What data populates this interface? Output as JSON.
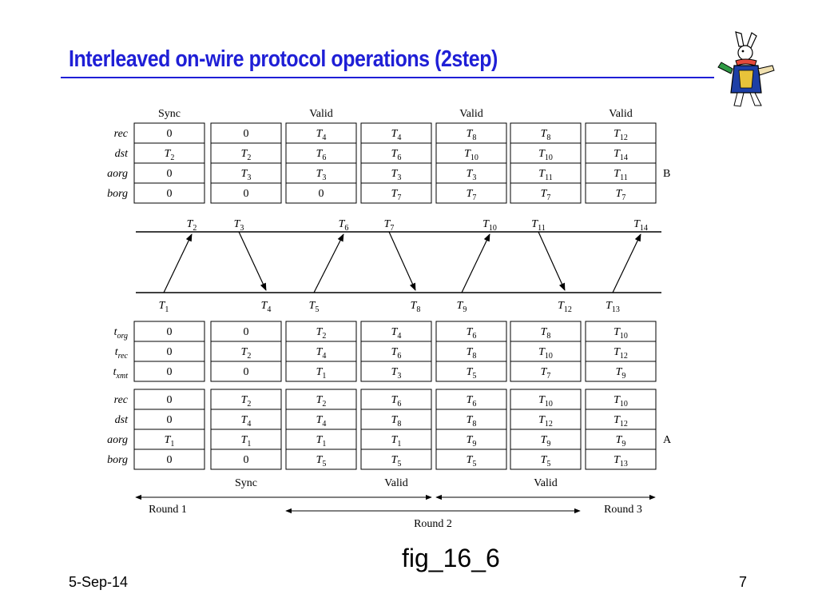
{
  "title": "Interleaved on-wire protocol operations (2step)",
  "fig_label": "fig_16_6",
  "date": "5-Sep-14",
  "page": "7",
  "colors": {
    "title": "#1f1fd6",
    "shade": "#d3d3d3"
  },
  "tables": [
    {
      "id": "B",
      "side_label": "B",
      "row_labels": [
        [
          "rec",
          ""
        ],
        [
          "dst",
          ""
        ],
        [
          "aorg",
          ""
        ],
        [
          "borg",
          ""
        ]
      ],
      "columns": [
        {
          "header": "Sync",
          "cells": [
            [
              "0",
              "",
              false
            ],
            [
              "T",
              "2",
              true
            ],
            [
              "0",
              "",
              false
            ],
            [
              "0",
              "",
              false
            ]
          ]
        },
        {
          "header": "",
          "cells": [
            [
              "0",
              "",
              false
            ],
            [
              "T",
              "2",
              false
            ],
            [
              "T",
              "3",
              true
            ],
            [
              "0",
              "",
              false
            ]
          ]
        },
        {
          "header": "Valid",
          "cells": [
            [
              "T",
              "4",
              false
            ],
            [
              "T",
              "6",
              true
            ],
            [
              "T",
              "3",
              false
            ],
            [
              "0",
              "",
              false
            ]
          ]
        },
        {
          "header": "",
          "cells": [
            [
              "T",
              "4",
              false
            ],
            [
              "T",
              "6",
              false
            ],
            [
              "T",
              "3",
              false
            ],
            [
              "T",
              "7",
              true
            ]
          ]
        },
        {
          "header": "Valid",
          "cells": [
            [
              "T",
              "8",
              false
            ],
            [
              "T",
              "10",
              true
            ],
            [
              "T",
              "3",
              false
            ],
            [
              "T",
              "7",
              false
            ]
          ]
        },
        {
          "header": "",
          "cells": [
            [
              "T",
              "8",
              false
            ],
            [
              "T",
              "10",
              false
            ],
            [
              "T",
              "11",
              true
            ],
            [
              "T",
              "7",
              false
            ]
          ]
        },
        {
          "header": "Valid",
          "cells": [
            [
              "T",
              "12",
              false
            ],
            [
              "T",
              "14",
              true
            ],
            [
              "T",
              "11",
              false
            ],
            [
              "T",
              "7",
              false
            ]
          ]
        }
      ]
    },
    {
      "id": "A-timestamps",
      "side_label": "",
      "row_labels": [
        [
          "t",
          "org"
        ],
        [
          "t",
          "rec"
        ],
        [
          "t",
          "xmt"
        ]
      ],
      "columns": [
        {
          "header": "",
          "cells": [
            [
              "0",
              "",
              false
            ],
            [
              "0",
              "",
              false
            ],
            [
              "0",
              "",
              false
            ]
          ]
        },
        {
          "header": "",
          "cells": [
            [
              "0",
              "",
              false
            ],
            [
              "T",
              "2",
              false
            ],
            [
              "0",
              "",
              false
            ]
          ]
        },
        {
          "header": "",
          "cells": [
            [
              "T",
              "2",
              false
            ],
            [
              "T",
              "4",
              false
            ],
            [
              "T",
              "1",
              false
            ]
          ]
        },
        {
          "header": "",
          "cells": [
            [
              "T",
              "4",
              false
            ],
            [
              "T",
              "6",
              false
            ],
            [
              "T",
              "3",
              false
            ]
          ]
        },
        {
          "header": "",
          "cells": [
            [
              "T",
              "6",
              false
            ],
            [
              "T",
              "8",
              false
            ],
            [
              "T",
              "5",
              false
            ]
          ]
        },
        {
          "header": "",
          "cells": [
            [
              "T",
              "8",
              false
            ],
            [
              "T",
              "10",
              false
            ],
            [
              "T",
              "7",
              false
            ]
          ]
        },
        {
          "header": "",
          "cells": [
            [
              "T",
              "10",
              false
            ],
            [
              "T",
              "12",
              false
            ],
            [
              "T",
              "9",
              false
            ]
          ]
        }
      ]
    },
    {
      "id": "A",
      "side_label": "A",
      "row_labels": [
        [
          "rec",
          ""
        ],
        [
          "dst",
          ""
        ],
        [
          "aorg",
          ""
        ],
        [
          "borg",
          ""
        ]
      ],
      "columns": [
        {
          "header": "",
          "footer": "",
          "cells": [
            [
              "0",
              "",
              false
            ],
            [
              "0",
              "",
              false
            ],
            [
              "T",
              "1",
              true
            ],
            [
              "0",
              "",
              false
            ]
          ]
        },
        {
          "header": "",
          "footer": "Sync",
          "cells": [
            [
              "T",
              "2",
              false
            ],
            [
              "T",
              "4",
              true
            ],
            [
              "T",
              "1",
              false
            ],
            [
              "0",
              "",
              false
            ]
          ]
        },
        {
          "header": "",
          "footer": "",
          "cells": [
            [
              "T",
              "2",
              false
            ],
            [
              "T",
              "4",
              false
            ],
            [
              "T",
              "1",
              false
            ],
            [
              "T",
              "5",
              true
            ]
          ]
        },
        {
          "header": "",
          "footer": "Valid",
          "cells": [
            [
              "T",
              "6",
              false
            ],
            [
              "T",
              "8",
              true
            ],
            [
              "T",
              "1",
              false
            ],
            [
              "T",
              "5",
              false
            ]
          ]
        },
        {
          "header": "",
          "footer": "",
          "cells": [
            [
              "T",
              "6",
              false
            ],
            [
              "T",
              "8",
              false
            ],
            [
              "T",
              "9",
              true
            ],
            [
              "T",
              "5",
              false
            ]
          ]
        },
        {
          "header": "",
          "footer": "Valid",
          "cells": [
            [
              "T",
              "10",
              false
            ],
            [
              "T",
              "12",
              true
            ],
            [
              "T",
              "9",
              false
            ],
            [
              "T",
              "5",
              false
            ]
          ]
        },
        {
          "header": "",
          "footer": "",
          "cells": [
            [
              "T",
              "10",
              false
            ],
            [
              "T",
              "12",
              false
            ],
            [
              "T",
              "9",
              false
            ],
            [
              "T",
              "13",
              true
            ]
          ]
        }
      ]
    }
  ],
  "timeline": {
    "top_labels": [
      [
        "T",
        "2"
      ],
      [
        "T",
        "3"
      ],
      [
        "T",
        "6"
      ],
      [
        "T",
        "7"
      ],
      [
        "T",
        "10"
      ],
      [
        "T",
        "11"
      ],
      [
        "T",
        "14"
      ]
    ],
    "bottom_labels": [
      [
        "T",
        "1"
      ],
      [
        "T",
        "4"
      ],
      [
        "T",
        "5"
      ],
      [
        "T",
        "8"
      ],
      [
        "T",
        "9"
      ],
      [
        "T",
        "12"
      ],
      [
        "T",
        "13"
      ]
    ],
    "messages": [
      {
        "from": "A",
        "to": "B",
        "send": "T1",
        "recv": "T2"
      },
      {
        "from": "B",
        "to": "A",
        "send": "T3",
        "recv": "T4"
      },
      {
        "from": "A",
        "to": "B",
        "send": "T5",
        "recv": "T6"
      },
      {
        "from": "B",
        "to": "A",
        "send": "T7",
        "recv": "T8"
      },
      {
        "from": "A",
        "to": "B",
        "send": "T9",
        "recv": "T10"
      },
      {
        "from": "B",
        "to": "A",
        "send": "T11",
        "recv": "T12"
      },
      {
        "from": "A",
        "to": "B",
        "send": "T13",
        "recv": "T14"
      }
    ]
  },
  "rounds": [
    {
      "label": "Round 1"
    },
    {
      "label": "Round 2"
    },
    {
      "label": "Round 3"
    }
  ]
}
